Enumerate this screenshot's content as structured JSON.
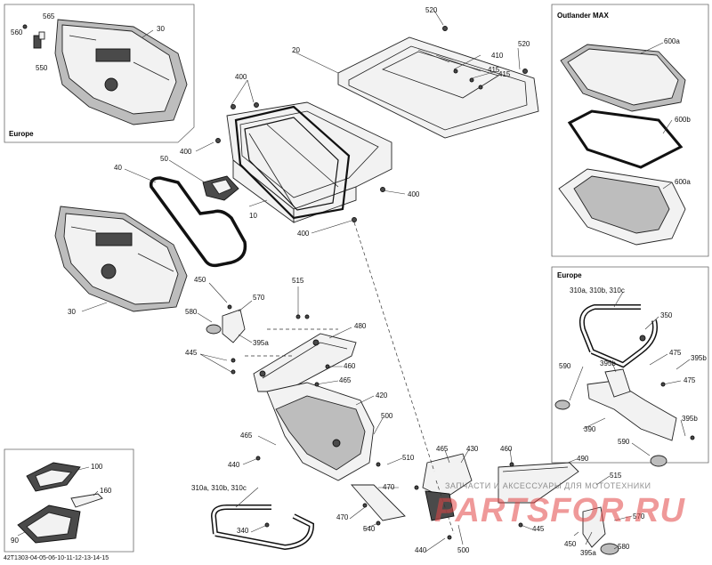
{
  "diagram_code": "42T1303-04-05-06-10-11-12-13-14-15",
  "insets": {
    "europe_top": "Europe",
    "outlander_max": "Outlander MAX",
    "europe_right": "Europe"
  },
  "watermark": {
    "line1": "ЗАПЧАСТИ И АКСЕССУАРЫ ДЛЯ МОТОТЕХНИКИ",
    "line2": "PARTSFOR.RU"
  },
  "callouts": {
    "c520a": "520",
    "c560": "560",
    "c565": "565",
    "c550": "550",
    "c30a": "30",
    "c20": "20",
    "c410": "410",
    "c415a": "415",
    "c415b": "415",
    "c520b": "520",
    "c600a1": "600a",
    "c600b": "600b",
    "c600a2": "600a",
    "c400a": "400",
    "c400b": "400",
    "c400c": "400",
    "c400d": "400",
    "c40": "40",
    "c50": "50",
    "c10": "10",
    "c30b": "30",
    "c450a": "450",
    "c570a": "570",
    "c515a": "515",
    "c580a": "580",
    "c395a1": "395a",
    "c480": "480",
    "c445a": "445",
    "c460a": "460",
    "c465a": "465",
    "c420": "420",
    "c465b": "465",
    "c500a": "500",
    "c440a": "440",
    "c510": "510",
    "c470a": "470",
    "c310a1": "310a, 310b, 310c",
    "c340": "340",
    "c470b": "470",
    "c540": "540",
    "c440b": "440",
    "c500b": "500",
    "c465c": "465",
    "c430": "430",
    "c460b": "460",
    "c490": "490",
    "c515b": "515",
    "c445b": "445",
    "c570b": "570",
    "c450b": "450",
    "c395a2": "395a",
    "c580b": "580",
    "c310a2": "310a, 310b, 310c",
    "c350": "350",
    "c475a": "475",
    "c395b1": "395b",
    "c395b2": "395b",
    "c475b": "475",
    "c590a": "590",
    "c390": "390",
    "c395b3": "395b",
    "c590b": "590",
    "c100": "100",
    "c160": "160",
    "c90": "90"
  }
}
